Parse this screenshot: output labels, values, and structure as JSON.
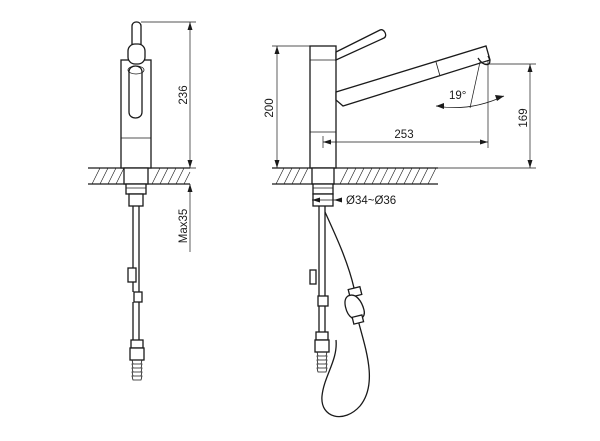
{
  "dimensions": {
    "height_total": "236",
    "base_height": "200",
    "spout_reach": "253",
    "spout_height": "169",
    "spout_angle": "19°",
    "max_thickness": "Max35",
    "hole_diameter": "Ø34~Ø36"
  },
  "icons": [
    "front-view-faucet",
    "side-view-faucet",
    "pull-out-hose",
    "hose-weight"
  ]
}
